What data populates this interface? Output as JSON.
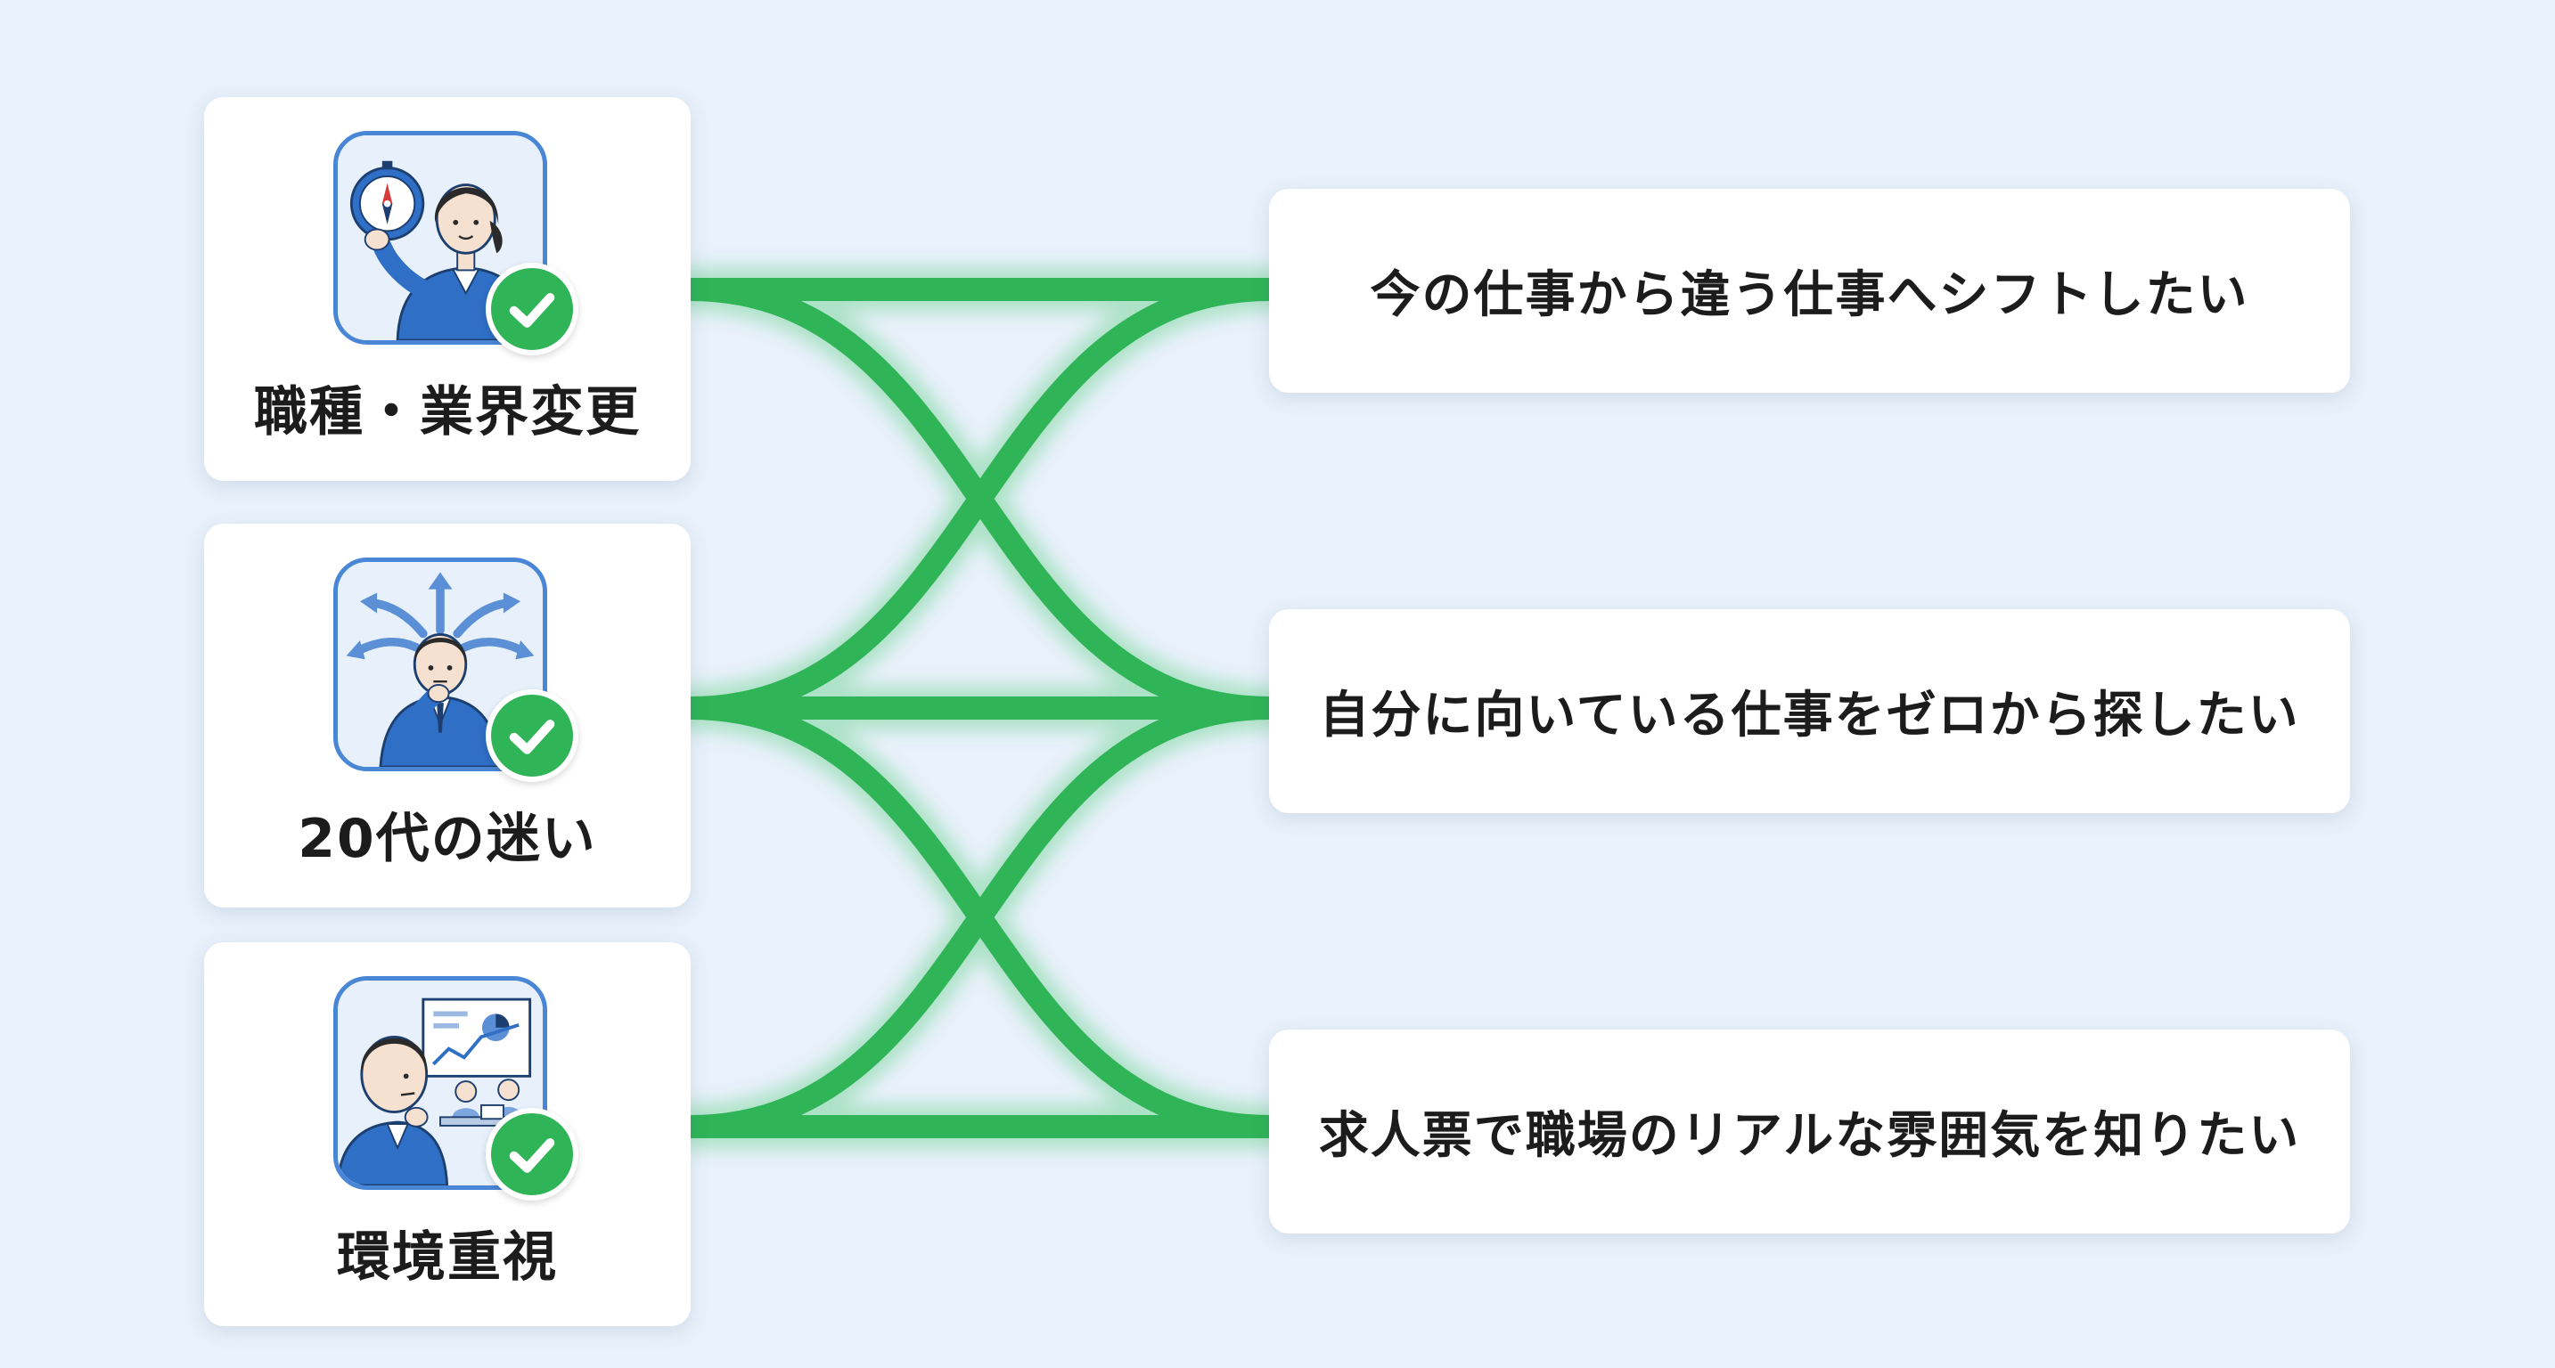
{
  "categories": [
    {
      "label": "職種・業界変更",
      "icon": "compass-person-icon"
    },
    {
      "label": "20代の迷い",
      "icon": "crossroads-person-icon"
    },
    {
      "label": "環境重視",
      "icon": "workplace-person-icon"
    }
  ],
  "needs": [
    {
      "label": "今の仕事から違う仕事へシフトしたい"
    },
    {
      "label": "自分に向いている仕事をゼロから探したい"
    },
    {
      "label": "求人票で職場のリアルな雰囲気を知りたい"
    }
  ],
  "colors": {
    "background": "#e9f1fb",
    "connector": "#2fb457",
    "check_badge": "#2fb457",
    "icon_border": "#4a86d6",
    "text": "#1c1c1c"
  }
}
